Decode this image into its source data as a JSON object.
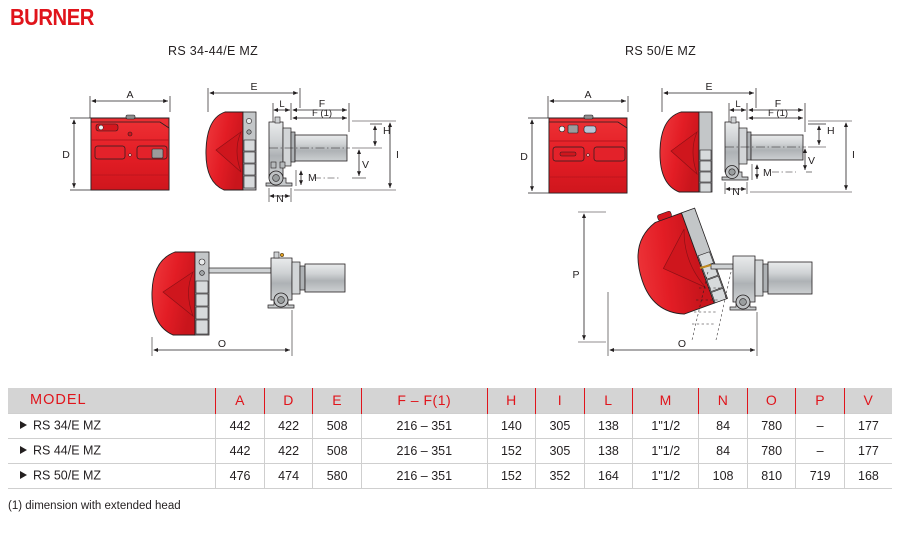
{
  "brand": {
    "logo_text": "BURNER"
  },
  "drawings": [
    {
      "title": "RS 34-44/E MZ",
      "dimension_labels": [
        "A",
        "D",
        "E",
        "L",
        "F",
        "F (1)",
        "H",
        "V",
        "M",
        "N",
        "I",
        "O"
      ]
    },
    {
      "title": "RS 50/E MZ",
      "dimension_labels": [
        "A",
        "D",
        "E",
        "L",
        "F",
        "F (1)",
        "H",
        "V",
        "M",
        "N",
        "I",
        "O",
        "P"
      ]
    }
  ],
  "table": {
    "columns": [
      "MODEL",
      "A",
      "D",
      "E",
      "F – F(1)",
      "H",
      "I",
      "L",
      "M",
      "N",
      "O",
      "P",
      "V"
    ],
    "rows": [
      {
        "model": "RS 34/E MZ",
        "values": [
          "442",
          "422",
          "508",
          "216 – 351",
          "140",
          "305",
          "138",
          "1\"1/2",
          "84",
          "780",
          "–",
          "177"
        ]
      },
      {
        "model": "RS 44/E MZ",
        "values": [
          "442",
          "422",
          "508",
          "216 – 351",
          "152",
          "305",
          "138",
          "1\"1/2",
          "84",
          "780",
          "–",
          "177"
        ]
      },
      {
        "model": "RS 50/E MZ",
        "values": [
          "476",
          "474",
          "580",
          "216 – 351",
          "152",
          "352",
          "164",
          "1\"1/2",
          "108",
          "810",
          "719",
          "168"
        ]
      }
    ]
  },
  "footnote": "(1) dimension with extended head",
  "colors": {
    "brand_red": "#e0141b",
    "body_red": "#e8252c",
    "dark_red": "#c0161d",
    "header_bg": "#d4d4d4",
    "metal_gray": "#b9bcbe",
    "line": "#231f20"
  }
}
